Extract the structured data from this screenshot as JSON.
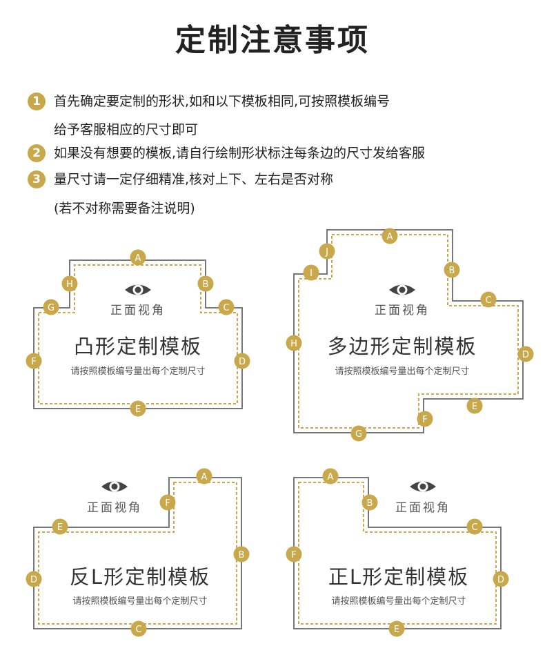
{
  "title": "定制注意事项",
  "notes": [
    {
      "num": "1",
      "line1": "首先确定要定制的形状,如和以下模板相同,可按照模板编号",
      "line2": "给予客服相应的尺寸即可"
    },
    {
      "num": "2",
      "line1": "如果没有想要的模板,请自行绘制形状标注每条边的尺寸发给客服"
    },
    {
      "num": "3",
      "line1": "量尺寸请一定仔细精准,核对上下、左右是否对称",
      "line2": "(若不对称需要备注说明)"
    }
  ],
  "view_label": "正面视角",
  "subtitle": "请按照模板编号量出每个定制尺寸",
  "templates": {
    "convex": {
      "name": "凸形定制模板"
    },
    "polygon": {
      "name": "多边形定制模板"
    },
    "reverse_l": {
      "name": "反L形定制模板"
    },
    "normal_l": {
      "name": "正L形定制模板"
    }
  },
  "colors": {
    "gold": "#c9a74b",
    "outline": "#777777",
    "text": "#222222",
    "grey_text": "#555555"
  },
  "icons": {
    "eye": "eye-icon"
  }
}
